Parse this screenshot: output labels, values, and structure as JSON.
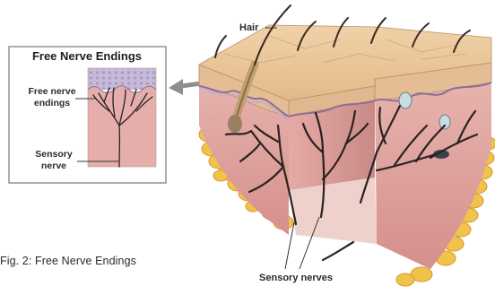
{
  "inset": {
    "title": "Free Nerve Endings",
    "label_free_line1": "Free nerve",
    "label_free_line2": "endings",
    "label_sensory_line1": "Sensory",
    "label_sensory_line2": "nerve"
  },
  "labels": {
    "hair": "Hair",
    "sensory_nerves": "Sensory nerves"
  },
  "caption": "Fig. 2: Free Nerve Endings",
  "colors": {
    "epidermis": "#e7c094",
    "dermis": "#e0a6a2",
    "fat": "#f0c24a",
    "nerve": "#2a2222",
    "inset_border": "#9a8f88"
  }
}
